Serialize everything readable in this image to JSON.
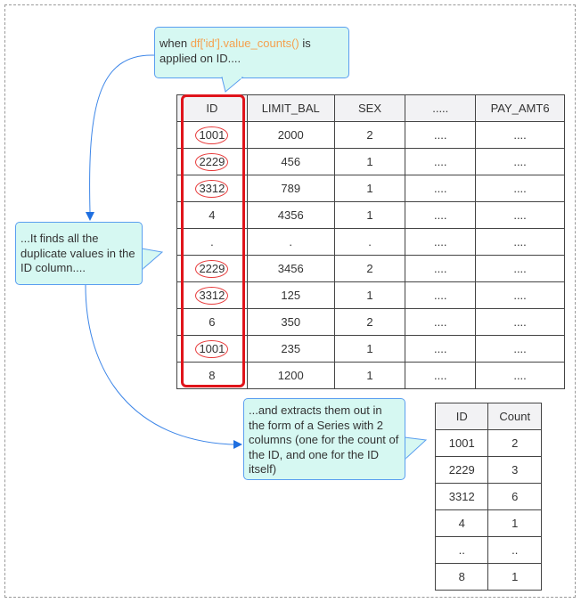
{
  "callouts": {
    "first": {
      "pre": "when ",
      "code": "df['id'].value_counts()",
      "post": " is applied on ID...."
    },
    "second": "...It finds all the duplicate values in the ID column....",
    "third": "...and extracts them out in the form of a Series with 2 columns (one for the count of the ID, and one for the ID itself)"
  },
  "main_table": {
    "headers": [
      "ID",
      "LIMIT_BAL",
      "SEX",
      ".....",
      "PAY_AMT6"
    ],
    "rows": [
      {
        "id": "1001",
        "circled": true,
        "cells": [
          "2000",
          "2",
          "....",
          "...."
        ]
      },
      {
        "id": "2229",
        "circled": true,
        "cells": [
          "456",
          "1",
          "....",
          "...."
        ]
      },
      {
        "id": "3312",
        "circled": true,
        "cells": [
          "789",
          "1",
          "....",
          "...."
        ]
      },
      {
        "id": "4",
        "circled": false,
        "cells": [
          "4356",
          "1",
          "....",
          "...."
        ]
      },
      {
        "id": ".",
        "circled": false,
        "cells": [
          ".",
          ".",
          "....",
          "...."
        ]
      },
      {
        "id": "2229",
        "circled": true,
        "cells": [
          "3456",
          "2",
          "....",
          "...."
        ]
      },
      {
        "id": "3312",
        "circled": true,
        "cells": [
          "125",
          "1",
          "....",
          "...."
        ]
      },
      {
        "id": "6",
        "circled": false,
        "cells": [
          "350",
          "2",
          "....",
          "...."
        ]
      },
      {
        "id": "1001",
        "circled": true,
        "cells": [
          "235",
          "1",
          "....",
          "...."
        ]
      },
      {
        "id": "8",
        "circled": false,
        "cells": [
          "1200",
          "1",
          "....",
          "...."
        ]
      }
    ]
  },
  "result_table": {
    "headers": [
      "ID",
      "Count"
    ],
    "rows": [
      [
        "1001",
        "2"
      ],
      [
        "2229",
        "3"
      ],
      [
        "3312",
        "6"
      ],
      [
        "4",
        "1"
      ],
      [
        "..",
        ".."
      ],
      [
        "8",
        "1"
      ]
    ]
  },
  "colors": {
    "callout_bg": "#d6f8f2",
    "callout_border": "#5a9ef0",
    "highlight": "#e0141b",
    "code": "#f5a04e",
    "arrow": "#3d86e8"
  }
}
